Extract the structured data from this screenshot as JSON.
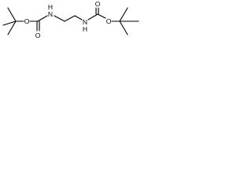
{
  "molecule": {
    "atoms": {
      "o_ester_left": "O",
      "o_carbonyl_left": "O",
      "nh_left": "H",
      "n_left": "N",
      "n_right": "N",
      "nh_right": "H",
      "o_carbonyl_right": "O",
      "o_ester_right": "O"
    }
  },
  "colors": {
    "bond": "#000000",
    "label": "#000000",
    "background": "#ffffff"
  }
}
